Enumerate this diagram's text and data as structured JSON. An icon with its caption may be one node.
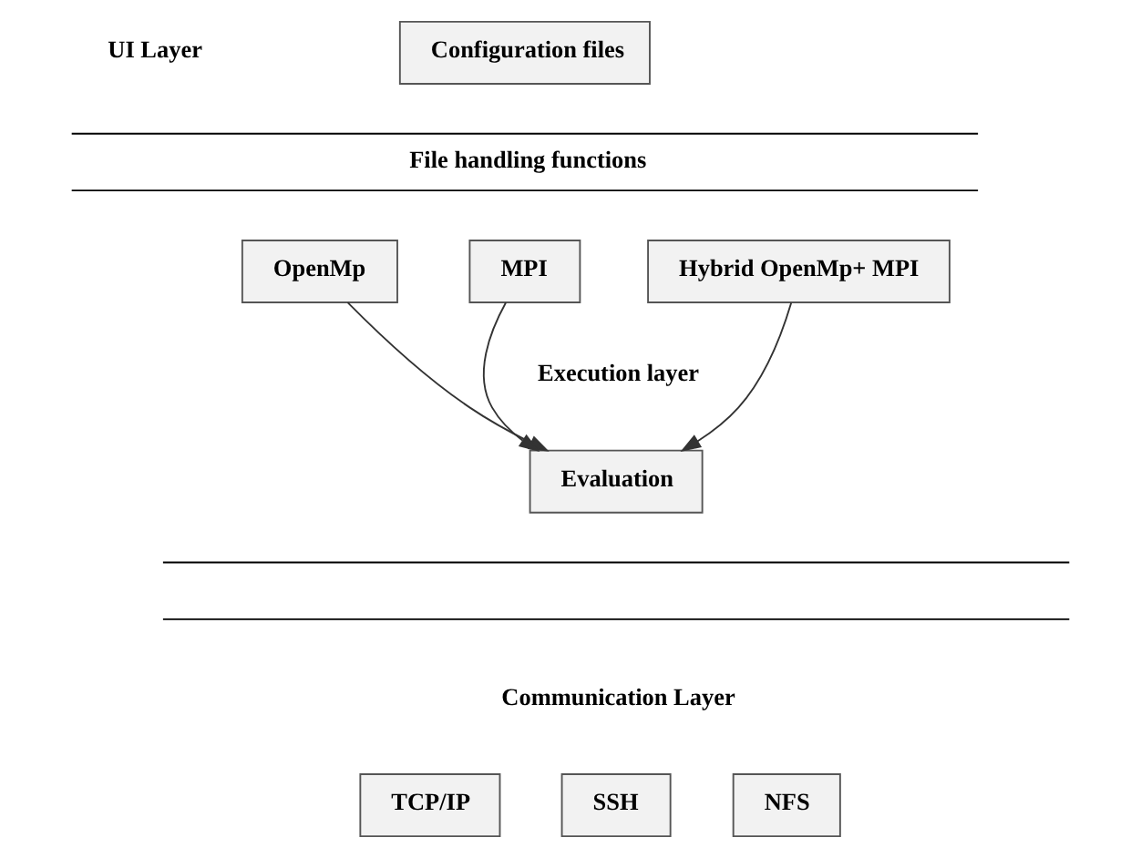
{
  "diagram": {
    "nodes": [
      {
        "text": [
          "Configuration files"
        ]
      },
      {
        "text": [
          "File handling functions"
        ]
      },
      {
        "text": [
          "OpenMp"
        ]
      },
      {
        "text": [
          "MPI"
        ]
      },
      {
        "text": [
          "Hybrid OpenMp+ MPI"
        ]
      },
      {
        "text": [
          "Evaluation"
        ]
      },
      {
        "text": [],
        "shape": "bar"
      },
      {
        "text": [
          "TCP/IP"
        ]
      },
      {
        "text": [
          "SSH"
        ]
      },
      {
        "text": [
          "NFS"
        ]
      }
    ],
    "edges": [
      {
        "from": 2,
        "to": 5,
        "arrow": "to"
      },
      {
        "from": 3,
        "to": 5,
        "arrow": "to"
      },
      {
        "from": 4,
        "to": 5,
        "arrow": "to"
      }
    ],
    "labels": [
      "UI Layer",
      "Execution layer",
      "Communication Layer"
    ]
  }
}
